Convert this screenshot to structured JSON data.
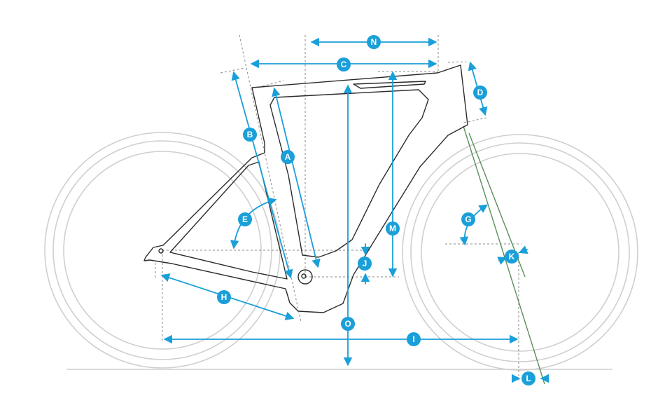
{
  "colors": {
    "accent": "#1a9fd9",
    "fork": "#5a8f5a",
    "frame": "#2b2b2b",
    "wheel": "#cfcfcf",
    "guide": "#8a8a8a"
  },
  "labels": {
    "A": "A",
    "B": "B",
    "C": "C",
    "D": "D",
    "E": "E",
    "G": "G",
    "H": "H",
    "I": "I",
    "J": "J",
    "K": "K",
    "L": "L",
    "M": "M",
    "N": "N",
    "O": "O"
  }
}
